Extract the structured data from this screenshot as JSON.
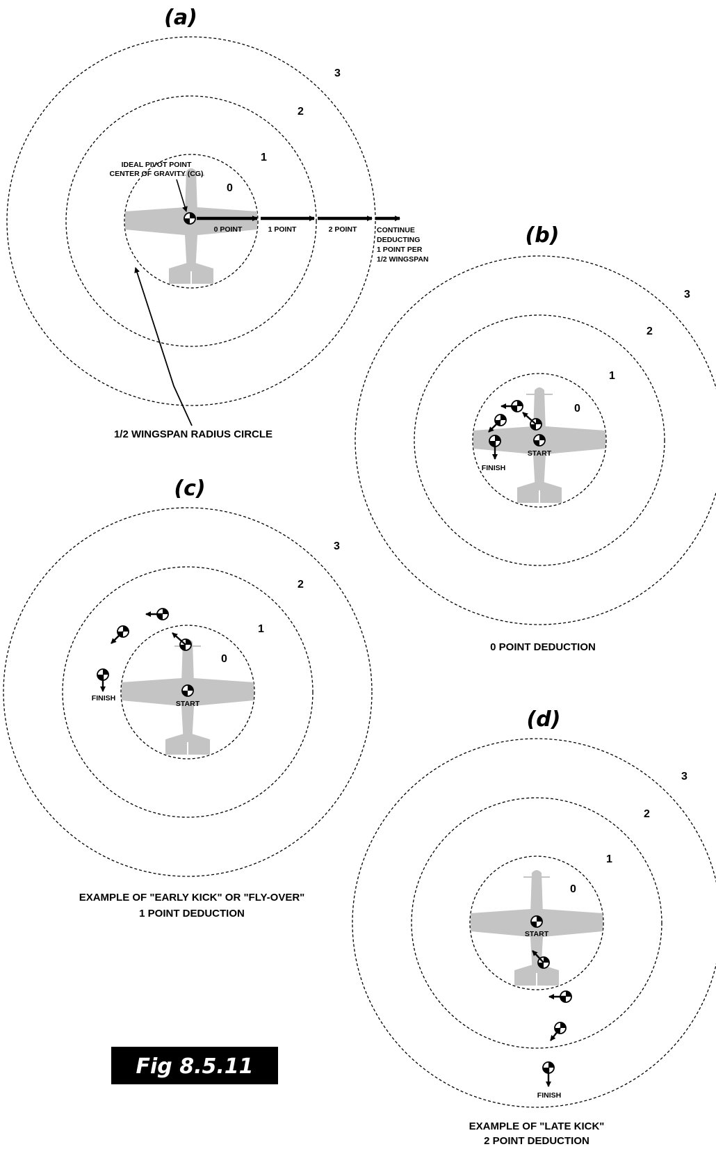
{
  "figure_label": "Fig 8.5.11",
  "panels": {
    "a": {
      "label": "(a)",
      "ring_numbers": [
        "0",
        "1",
        "2",
        "3"
      ],
      "pivot_label_line1": "IDEAL PIVOT POINT",
      "pivot_label_line2": "CENTER OF GRAVITY (CG)",
      "arrow_labels": [
        "0 POINT",
        "1 POINT",
        "2 POINT"
      ],
      "continue_label": [
        "CONTINUE",
        "DEDUCTING",
        "1 POINT PER",
        "1/2 WINGSPAN"
      ],
      "radius_caption": "1/2 WINGSPAN RADIUS CIRCLE"
    },
    "b": {
      "label": "(b)",
      "ring_numbers": [
        "0",
        "1",
        "2",
        "3"
      ],
      "start_label": "START",
      "finish_label": "FINISH",
      "caption": "0 POINT DEDUCTION"
    },
    "c": {
      "label": "(c)",
      "ring_numbers": [
        "0",
        "1",
        "2",
        "3"
      ],
      "start_label": "START",
      "finish_label": "FINISH",
      "caption_line1": "EXAMPLE OF \"EARLY KICK\" OR \"FLY-OVER\"",
      "caption_line2": "1 POINT DEDUCTION"
    },
    "d": {
      "label": "(d)",
      "ring_numbers": [
        "0",
        "1",
        "2",
        "3"
      ],
      "start_label": "START",
      "finish_label": "FINISH",
      "caption_line1": "EXAMPLE OF \"LATE KICK\"",
      "caption_line2": "2 POINT DEDUCTION"
    }
  },
  "colors": {
    "plane": "#c4c4c4",
    "ink": "#000000",
    "figure_label_bg": "#000000",
    "figure_label_text": "#ffffff"
  }
}
